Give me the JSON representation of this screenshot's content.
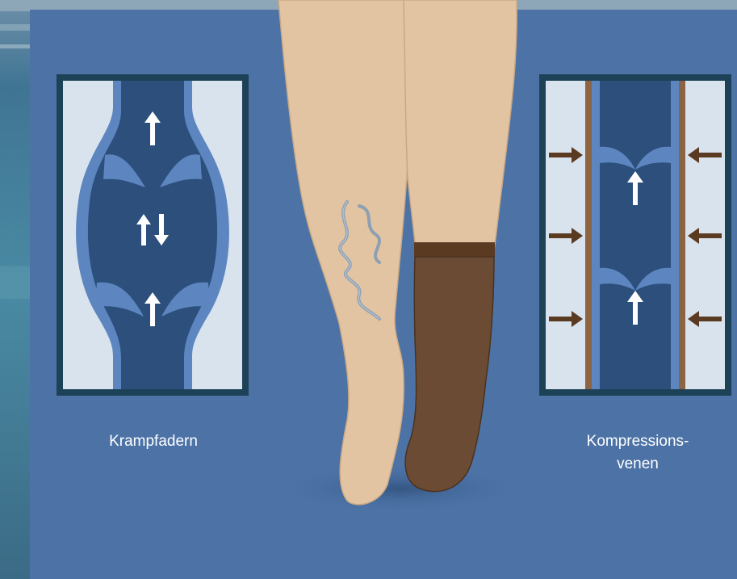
{
  "captions": {
    "left": "Krampfadern",
    "right_line1": "Kompressions-",
    "right_line2": "venen"
  },
  "colors": {
    "panel": "#4c72a6",
    "frame": "#1d4257",
    "vein_light": "#5d86c0",
    "vein_dark": "#2c4f7c",
    "tissue": "#d9e3ee",
    "skin": "#e2c4a2",
    "stocking": "#6b4b33",
    "compression_arrow": "#5b3a22",
    "varicose_vein": "#8d9fb2"
  },
  "icons": {
    "flow_arrow": "up-arrow-icon",
    "bidirectional": "up-down-arrow-icon",
    "pressure_arrow": "right-arrow-icon / left-arrow-icon"
  }
}
